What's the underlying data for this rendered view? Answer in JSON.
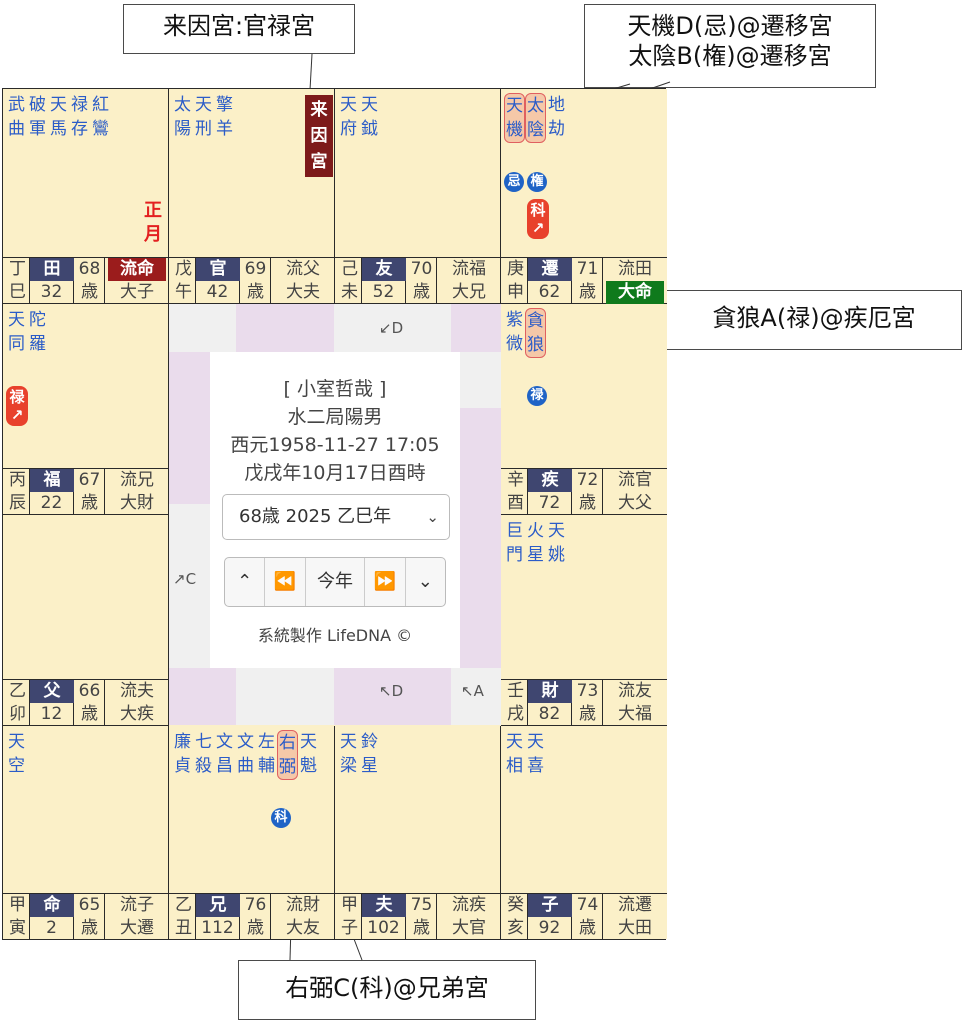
{
  "callouts": {
    "top_left": "来因宮:官禄宮",
    "top_right_1": "天機D(忌)@遷移宮",
    "top_right_2": "太陰B(権)@遷移宮",
    "right_mid": "貪狼A(禄)@疾厄宮",
    "bottom": "右弼C(科)@兄弟宮"
  },
  "cells": {
    "si": {
      "stars": [
        [
          "武",
          "曲"
        ],
        [
          "破",
          "軍"
        ],
        [
          "天",
          "馬"
        ],
        [
          "禄",
          "存"
        ],
        [
          "紅",
          "鸞"
        ]
      ],
      "stem": [
        "丁",
        "巳"
      ],
      "palace": "田",
      "num": "32",
      "age": [
        "68",
        "歳"
      ],
      "flow": [
        "流命",
        "大子"
      ],
      "zheng": [
        "正",
        "月"
      ]
    },
    "wu": {
      "stars": [
        [
          "太",
          "陽"
        ],
        [
          "天",
          "刑"
        ],
        [
          "擎",
          "羊"
        ]
      ],
      "stem": [
        "戊",
        "午"
      ],
      "palace": "官",
      "num": "42",
      "age": [
        "69",
        "歳"
      ],
      "flow": [
        "流父",
        "大夫"
      ],
      "laiyin": [
        "来",
        "因",
        "宮"
      ]
    },
    "wei": {
      "stars": [
        [
          "天",
          "府"
        ],
        [
          "天",
          "鉞"
        ]
      ],
      "stem": [
        "己",
        "未"
      ],
      "palace": "友",
      "num": "52",
      "age": [
        "70",
        "歳"
      ],
      "flow": [
        "流福",
        "大兄"
      ]
    },
    "shen": {
      "stars": [
        [
          "天",
          "機"
        ],
        [
          "太",
          "陰"
        ],
        [
          "地",
          "劫"
        ]
      ],
      "stem": [
        "庚",
        "申"
      ],
      "palace": "遷",
      "num": "62",
      "age": [
        "71",
        "歳"
      ],
      "flow": [
        "流田",
        "大命"
      ],
      "badges": [
        "忌",
        "権"
      ],
      "tag": [
        "科",
        "↗"
      ]
    },
    "chen": {
      "stars": [
        [
          "天",
          "同"
        ],
        [
          "陀",
          "羅"
        ]
      ],
      "stem": [
        "丙",
        "辰"
      ],
      "palace": "福",
      "num": "22",
      "age": [
        "67",
        "歳"
      ],
      "flow": [
        "流兄",
        "大財"
      ],
      "tag": [
        "禄",
        "↗"
      ]
    },
    "you": {
      "stars": [
        [
          "紫",
          "微"
        ],
        [
          "貪",
          "狼"
        ]
      ],
      "stem": [
        "辛",
        "酉"
      ],
      "palace": "疾",
      "num": "72",
      "age": [
        "72",
        "歳"
      ],
      "flow": [
        "流官",
        "大父"
      ],
      "badge": "禄"
    },
    "mao": {
      "stars": [],
      "stem": [
        "乙",
        "卯"
      ],
      "palace": "父",
      "num": "12",
      "age": [
        "66",
        "歳"
      ],
      "flow": [
        "流夫",
        "大疾"
      ]
    },
    "xu": {
      "stars": [
        [
          "巨",
          "門"
        ],
        [
          "火",
          "星"
        ],
        [
          "天",
          "姚"
        ]
      ],
      "stem": [
        "壬",
        "戌"
      ],
      "palace": "財",
      "num": "82",
      "age": [
        "73",
        "歳"
      ],
      "flow": [
        "流友",
        "大福"
      ]
    },
    "yin": {
      "stars": [
        [
          "天",
          "空"
        ]
      ],
      "stem": [
        "甲",
        "寅"
      ],
      "palace": "命",
      "num": "2",
      "age": [
        "65",
        "歳"
      ],
      "flow": [
        "流子",
        "大遷"
      ]
    },
    "chou": {
      "stars": [
        [
          "廉",
          "貞"
        ],
        [
          "七",
          "殺"
        ],
        [
          "文",
          "昌"
        ],
        [
          "文",
          "曲"
        ],
        [
          "左",
          "輔"
        ],
        [
          "右",
          "弼"
        ],
        [
          "天",
          "魁"
        ]
      ],
      "stem": [
        "乙",
        "丑"
      ],
      "palace": "兄",
      "num": "112",
      "age": [
        "76",
        "歳"
      ],
      "flow": [
        "流財",
        "大友"
      ],
      "badge": "科"
    },
    "zi": {
      "stars": [
        [
          "天",
          "梁"
        ],
        [
          "鈴",
          "星"
        ]
      ],
      "stem": [
        "甲",
        "子"
      ],
      "palace": "夫",
      "num": "102",
      "age": [
        "75",
        "歳"
      ],
      "flow": [
        "流疾",
        "大官"
      ]
    },
    "hai": {
      "stars": [
        [
          "天",
          "相"
        ],
        [
          "天",
          "喜"
        ]
      ],
      "stem": [
        "癸",
        "亥"
      ],
      "palace": "子",
      "num": "92",
      "age": [
        "74",
        "歳"
      ],
      "flow": [
        "流遷",
        "大田"
      ]
    }
  },
  "center": {
    "name": "[ 小室哲哉 ]",
    "bureau": "水二局陽男",
    "birth_western": "西元1958-11-27 17:05",
    "birth_lunar": "戊戌年10月17日酉時",
    "year_select": "68歳 2025 乙巳年",
    "today_label": "今年",
    "footer": "系統製作 LifeDNA ©",
    "arrow_top": "↙D",
    "arrow_left": "↗C",
    "arrow_bottom_1": "↖D",
    "arrow_bottom_2": "↖A",
    "colors": {
      "palace_bg": "#3f4670",
      "star_text": "#2b5cc8",
      "cell_bg": "#fbf0c8",
      "band": "#eadcec",
      "liu_ming": "#9b1c1c",
      "da_ming": "#0f7a1c"
    }
  }
}
